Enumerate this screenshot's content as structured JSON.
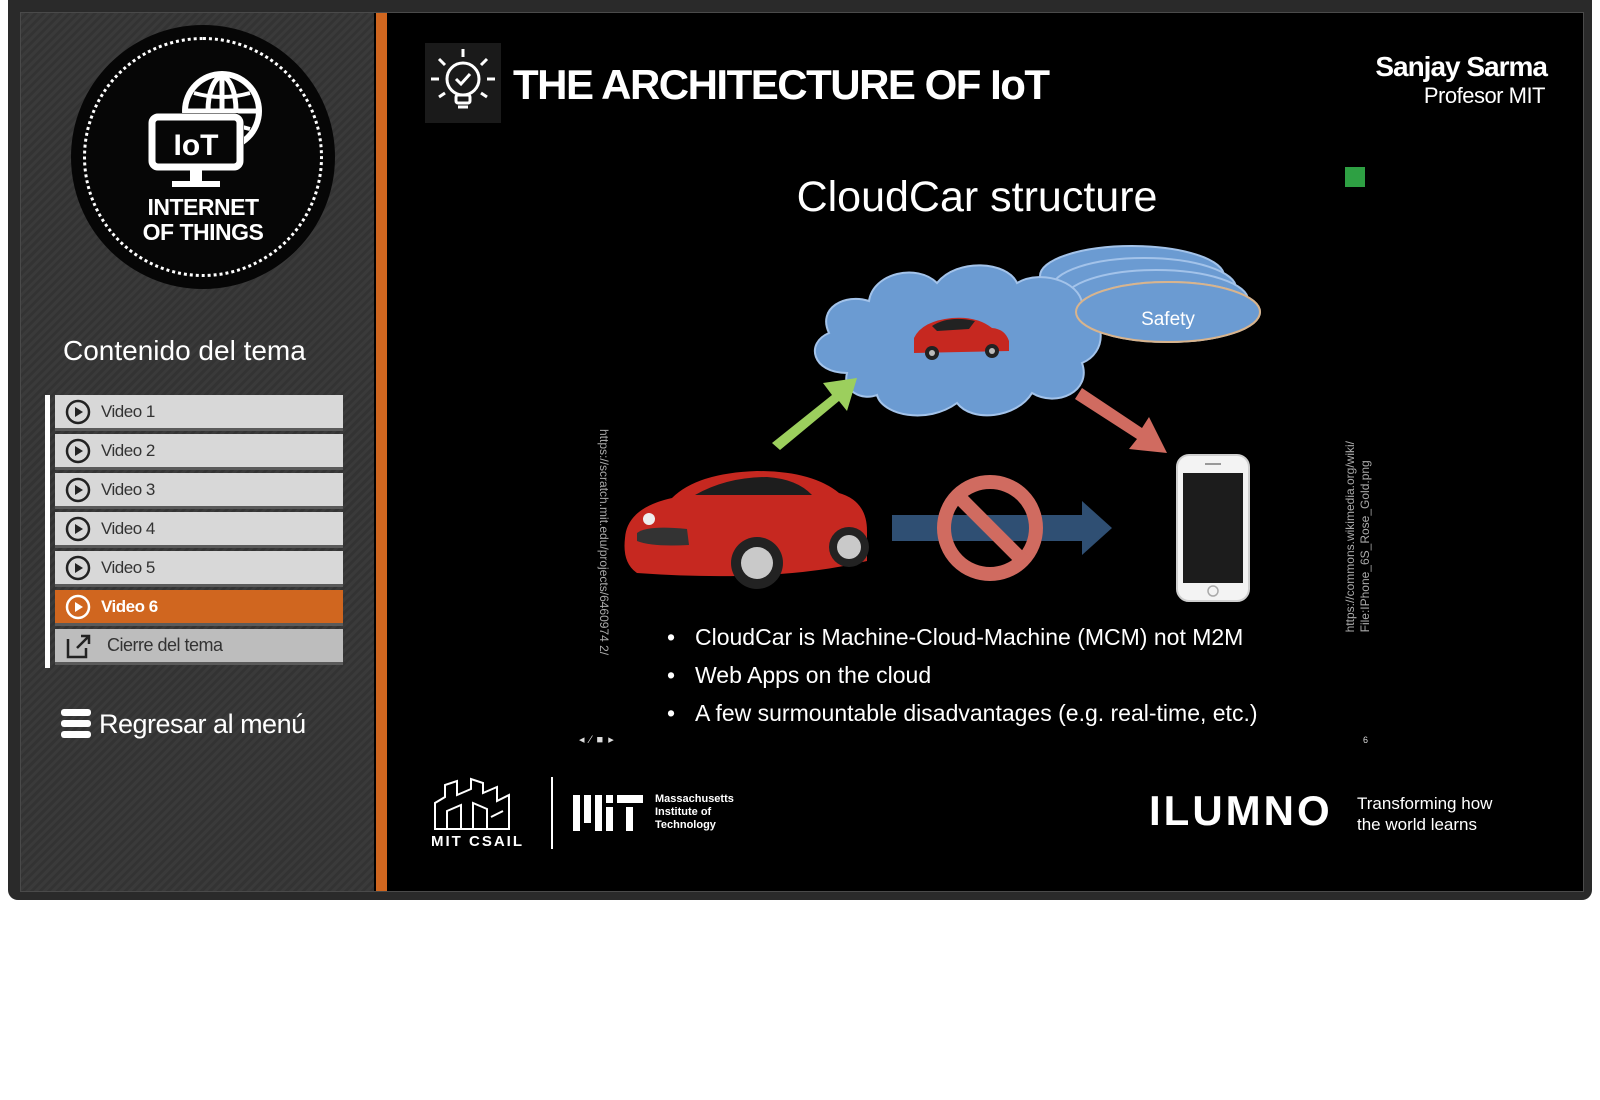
{
  "logo": {
    "badge": "IoT",
    "line1": "INTERNET",
    "line2": "OF THINGS"
  },
  "sidebar": {
    "topic_title": "Contenido del tema",
    "items": [
      {
        "label": "Video 1",
        "active": false
      },
      {
        "label": "Video 2",
        "active": false
      },
      {
        "label": "Video 3",
        "active": false
      },
      {
        "label": "Video 4",
        "active": false
      },
      {
        "label": "Video 5",
        "active": false
      },
      {
        "label": "Video 6",
        "active": true
      }
    ],
    "close_label": "Cierre del tema",
    "menu_label": "Regresar al menú"
  },
  "header": {
    "course_title": "THE ARCHITECTURE OF IoT",
    "professor_name": "Sanjay Sarma",
    "professor_title": "Profesor MIT"
  },
  "slide": {
    "title": "CloudCar structure",
    "cloud_label": "Safety",
    "credit_left": "https://scratch.mit.edu/projects/6460974 2/",
    "credit_right_1": "https://commons.wikimedia.org/wiki/",
    "credit_right_2": "File:IPhone_6S_Rose_Gold.png",
    "bullets": [
      "CloudCar is Machine-Cloud-Machine (MCM) not M2M",
      "Web Apps on the cloud",
      "A few surmountable disadvantages (e.g. real-time, etc.)"
    ],
    "page_number": "6"
  },
  "footer": {
    "csail": "MIT CSAIL",
    "mit_line1": "Massachusetts",
    "mit_line2": "Institute of",
    "mit_line3": "Technology",
    "ilumno": "ILUMNO",
    "tagline_1": "Transforming how",
    "tagline_2": "the world learns"
  },
  "colors": {
    "accent_orange": "#d0661f",
    "cloud_blue": "#6b9bd2",
    "arrow_green": "#9ccf5d",
    "arrow_red": "#d06b60",
    "arrow_navy": "#2f4f73",
    "indicator_green": "#2ea043"
  },
  "icons": {
    "video_item": "play-circle-icon",
    "close_item": "external-link-icon",
    "menu": "hamburger-icon",
    "header": "lightbulb-icon"
  }
}
